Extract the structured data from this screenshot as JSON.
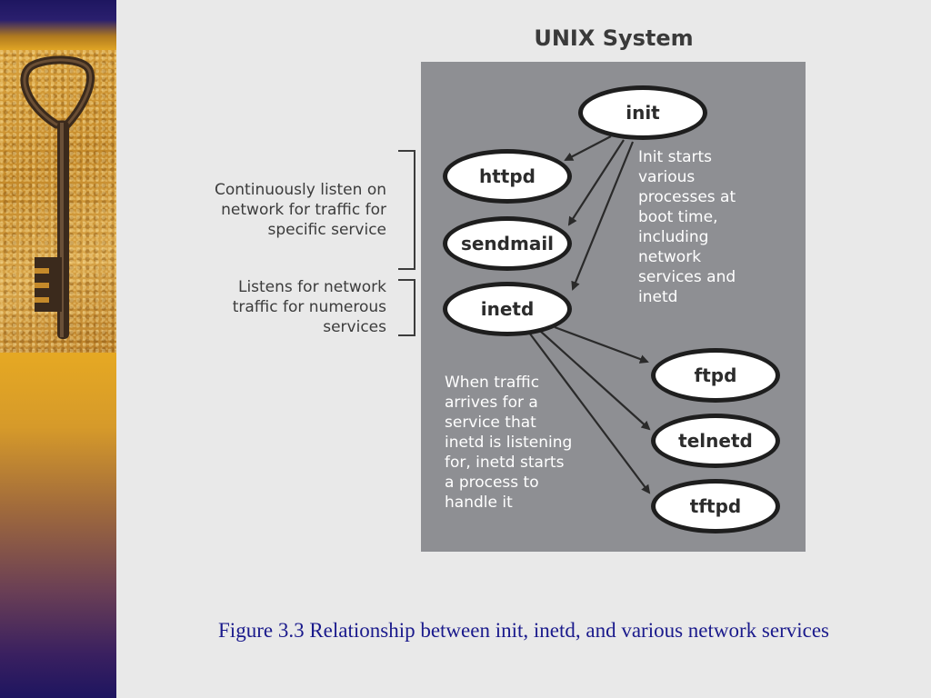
{
  "diagram": {
    "title": "UNIX System",
    "nodes": {
      "init": "init",
      "httpd": "httpd",
      "sendmail": "sendmail",
      "inetd": "inetd",
      "ftpd": "ftpd",
      "telnetd": "telnetd",
      "tftpd": "tftpd"
    },
    "notes": {
      "init_note": "Init starts\nvarious\nprocesses at\nboot time,\nincluding\nnetwork\nservices and\ninetd",
      "inetd_note": "When traffic\narrives for a\nservice that\ninetd is listening\nfor, inetd starts\na process to\nhandle it"
    },
    "side_labels": {
      "daemons": "Continuously listen on\nnetwork for traffic for\nspecific service",
      "inetd": "Listens for network\ntraffic for numerous\nservices"
    },
    "colors": {
      "box": "#8e8f93",
      "node_fill": "#ffffff",
      "node_border": "#1e1e1e",
      "caption": "#1a1a8c"
    }
  },
  "caption": "Figure 3.3 Relationship between init, inetd, and various network services",
  "sidebar": {
    "image": "key-icon"
  }
}
